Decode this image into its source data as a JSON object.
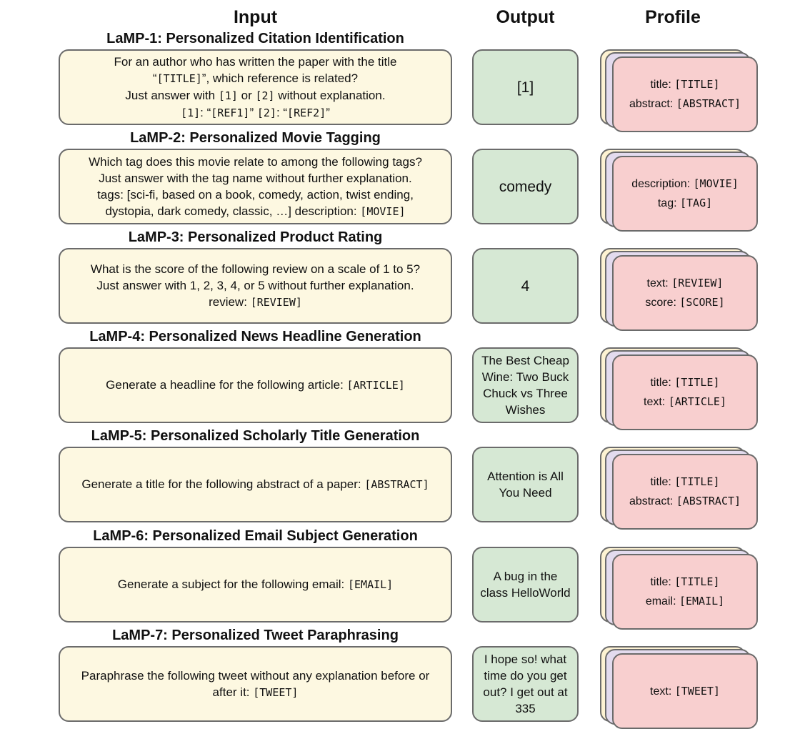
{
  "headers": {
    "input": "Input",
    "output": "Output",
    "profile": "Profile"
  },
  "tasks": [
    {
      "title": "LaMP-1: Personalized Citation Identification",
      "input": "For an author who has written the paper with the title\n“[TITLE]”, which reference is related?\nJust answer with [1] or [2] without explanation.\n[1]: “[REF1]” [2]: “[REF2]”",
      "output": "[1]",
      "profile": "title: [TITLE]\nabstract: [ABSTRACT]"
    },
    {
      "title": "LaMP-2: Personalized Movie Tagging",
      "input": "Which tag does this movie relate to among the following tags?\nJust answer with the tag name without further explanation.\ntags: [sci-fi, based on a book, comedy, action, twist ending,\ndystopia, dark comedy, classic, …] description: [MOVIE]",
      "output": "comedy",
      "profile": "description: [MOVIE]\ntag: [TAG]"
    },
    {
      "title": "LaMP-3: Personalized Product Rating",
      "input": "What is the score of the following review on a scale of 1 to 5?\nJust answer with 1, 2, 3, 4, or 5 without further explanation.\nreview: [REVIEW]",
      "output": "4",
      "profile": "text: [REVIEW]\nscore: [SCORE]"
    },
    {
      "title": "LaMP-4: Personalized News Headline Generation",
      "input": "Generate a headline for the following article: [ARTICLE]",
      "output": "The Best Cheap Wine: Two Buck Chuck vs Three Wishes",
      "profile": "title: [TITLE]\ntext: [ARTICLE]"
    },
    {
      "title": "LaMP-5: Personalized Scholarly Title Generation",
      "input": "Generate a title for the following abstract of a paper: [ABSTRACT]",
      "output": "Attention is All You Need",
      "profile": "title: [TITLE]\nabstract: [ABSTRACT]"
    },
    {
      "title": "LaMP-6: Personalized Email Subject Generation",
      "input": "Generate a subject for the following email: [EMAIL]",
      "output": "A bug in the class HelloWorld",
      "profile": "title: [TITLE]\nemail: [EMAIL]"
    },
    {
      "title": "LaMP-7: Personalized Tweet Paraphrasing",
      "input": "Paraphrase the following tweet without any explanation before or after it: [TWEET]",
      "output": "I hope so! what time do you get out? I get out at 335",
      "profile": "text: [TWEET]"
    }
  ]
}
